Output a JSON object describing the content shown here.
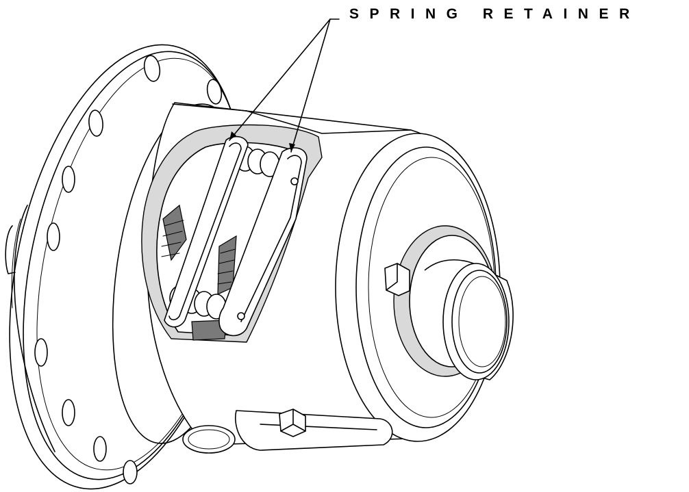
{
  "diagram": {
    "callout_label": "SPRING RETAINER",
    "parts": [
      "flange",
      "hub",
      "spring-retainer-left",
      "spring-retainer-right",
      "coil-springs",
      "axle-bore",
      "bolt"
    ]
  },
  "colors": {
    "line": "#000000",
    "background": "#ffffff",
    "shade": "#d9d9d9"
  }
}
